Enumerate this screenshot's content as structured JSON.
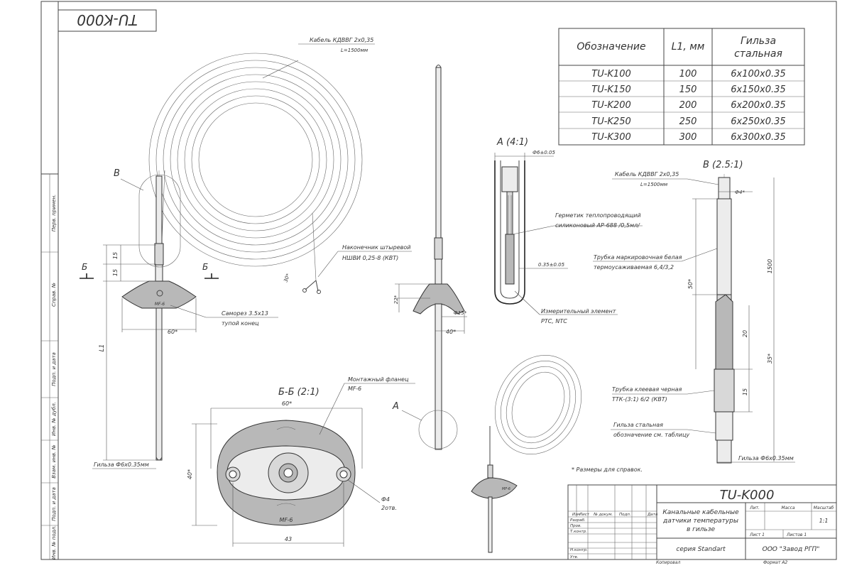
{
  "stamp_top": "TU-K000",
  "views": {
    "b_label": "B",
    "section_b_left": "Б",
    "section_b_right": "Б",
    "a_detail_label": "A",
    "a_detail_title": "A (4:1)",
    "b_detail_title": "B (2.5:1)",
    "bb_title": "Б-Б (2:1)"
  },
  "table": {
    "headers": [
      "Обозначение",
      "L1, мм",
      "Гильза стальная"
    ],
    "rows": [
      [
        "TU-K100",
        "100",
        "6x100x0.35"
      ],
      [
        "TU-K150",
        "150",
        "6x150x0.35"
      ],
      [
        "TU-K200",
        "200",
        "6x200x0.35"
      ],
      [
        "TU-K250",
        "250",
        "6x250x0.35"
      ],
      [
        "TU-K300",
        "300",
        "6x300x0.35"
      ]
    ]
  },
  "callouts": {
    "cable": "Кабель КДВВГ 2x0,35",
    "cable_len": "L=1500мм",
    "tip": "Наконечник штыревой",
    "tip2": "НШВИ 0,25-8 (КВТ)",
    "screw": "Саморез 3.5x13",
    "screw2": "тупой конец",
    "sleeve_left": "Гильза Ф6x0.35мм",
    "flange": "Монтажный фланец",
    "flange2": "MF-6",
    "sealant": "Герметик теплопроводящий",
    "sealant2": "силиконовый АР-688 /0,5мл/",
    "element": "Измерительный элемент",
    "element2": "PTC, NTC",
    "cable_b": "Кабель КДВВГ 2x0,35",
    "cable_b_len": "L=1500мм",
    "marking": "Трубка маркировочная белая",
    "marking2": "термоусаживаемая 6,4/3,2",
    "glue": "Трубка клеевая черная",
    "glue2": "ТТК-(3:1) 6/2 (КВТ)",
    "sleeve_steel": "Гильза стальная",
    "sleeve_steel2": "обозначение см. таблицу",
    "sleeve_right": "Гильза Ф6x0.35мм",
    "note": "* Размеры для справок.",
    "mf_mark": "MF-6",
    "mf_mark2": "MF-6"
  },
  "dims": {
    "d15a": "15",
    "d15b": "15",
    "dL1": "L1",
    "d60": "60*",
    "d60bb": "60*",
    "d30": "30*",
    "d22": "22*",
    "dphi15": "Ф15*",
    "d40": "40*",
    "dphi6": "Ф6±0.05",
    "d035": "0.35±0.05",
    "dphi4": "Ф4*",
    "d1500": "1500",
    "d50": "50*",
    "d20": "20",
    "d35": "35*",
    "d15c": "15",
    "d40bb": "40*",
    "d43": "43",
    "dphi4bb": "Ф4",
    "holes": "2отв."
  },
  "side_labels": [
    "Перв. примен.",
    "Справ. №",
    "Подп. и дата",
    "Инв. № дубл.",
    "Взам. инв. №",
    "Подп. и дата",
    "Инв. № подл."
  ],
  "titleblock": {
    "code": "TU-K000",
    "name1": "Канальные кабельные",
    "name2": "датчики температуры",
    "name3": "в гильзе",
    "series": "серия Standart",
    "company": "ООО \"Завод РГП\"",
    "col_izm": "Изм",
    "col_list": "Лист",
    "col_doc": "№ докум.",
    "col_podp": "Подп.",
    "col_data": "Дата",
    "lit": "Лит.",
    "massa": "Масса",
    "masshtab": "Масштаб",
    "scale": "1:1",
    "sheet": "Лист 1",
    "sheets": "Листов 1",
    "razrab": "Разраб.",
    "prov": "Пров.",
    "tkontr": "Т.контр.",
    "nkontr": "Н.контр.",
    "utv": "Утв.",
    "kopiroval": "Копировал",
    "format": "Формат А2"
  }
}
